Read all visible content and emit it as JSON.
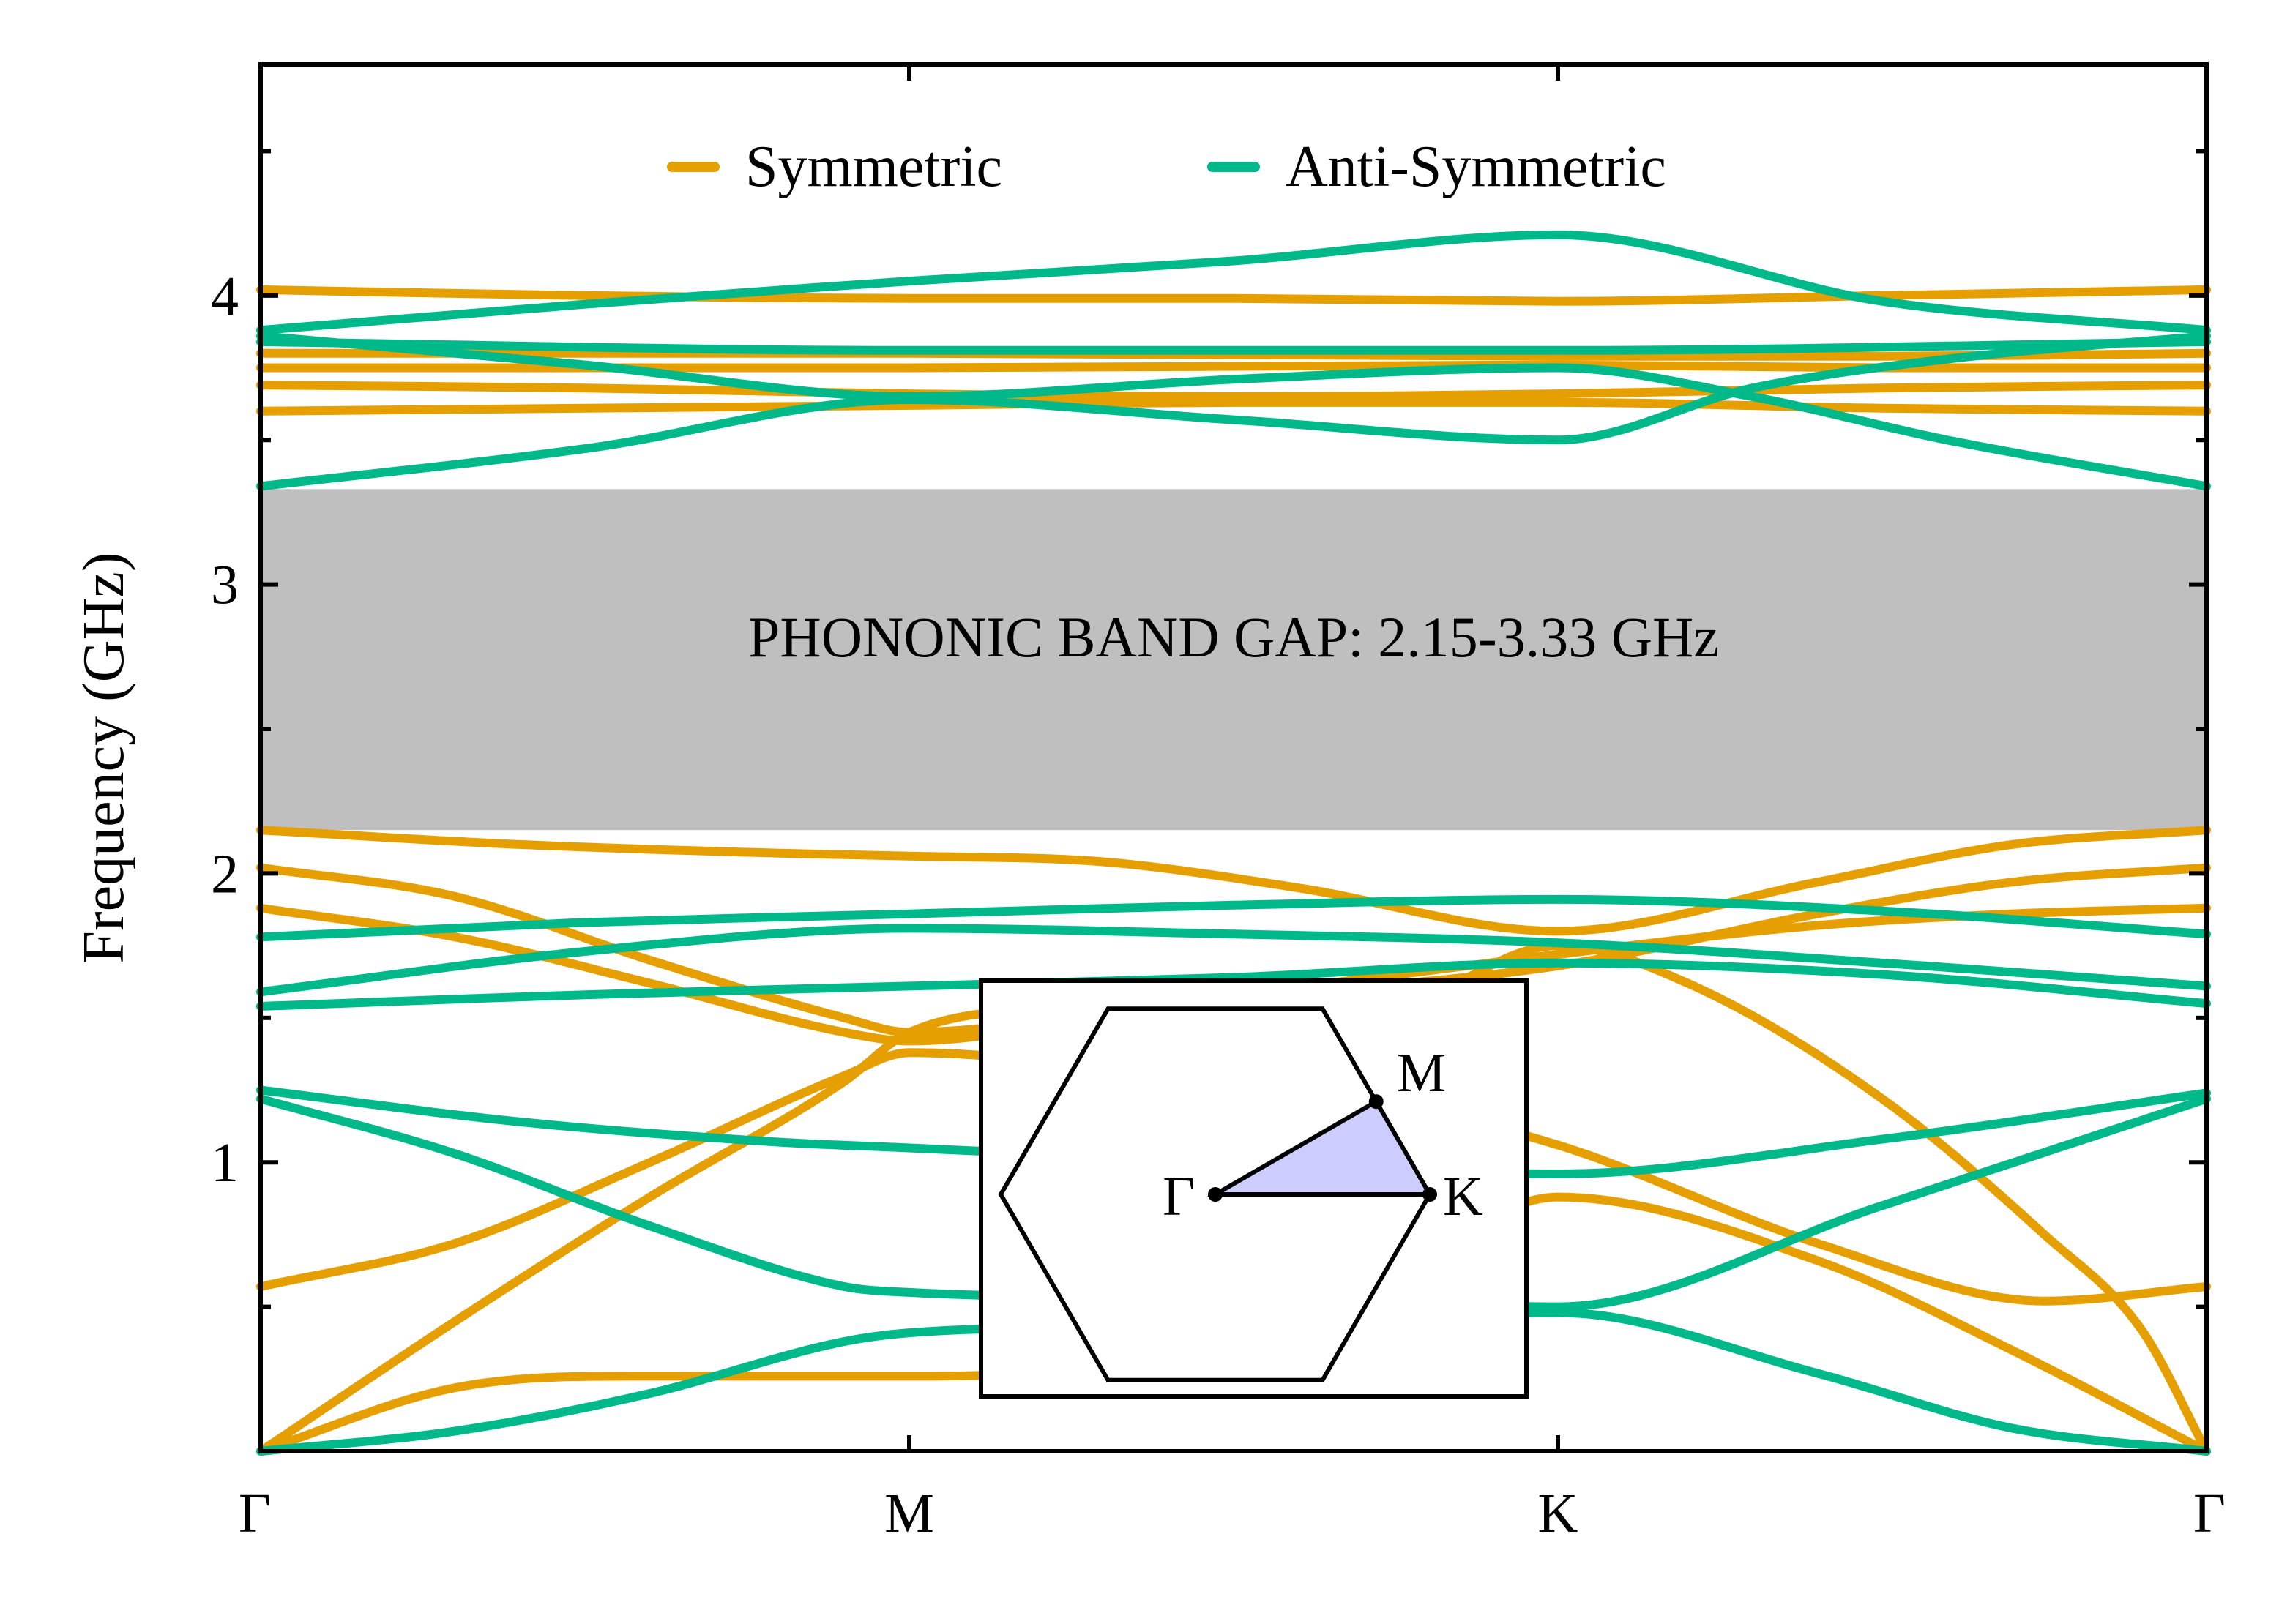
{
  "chart_data": {
    "type": "line",
    "ylabel": "Frequency (GHz)",
    "xlabel": "",
    "ylim": [
      0,
      4.8
    ],
    "x_ticks": [
      "Γ",
      "M",
      "K",
      "Γ"
    ],
    "y_ticks": [
      1,
      2,
      3,
      4
    ],
    "x_range": [
      0,
      3
    ],
    "legend": {
      "placement": "top-center",
      "entries": [
        "Symmetric",
        "Anti-Symmetric"
      ]
    },
    "band_gap": {
      "label": "PHONONIC BAND GAP: 2.15-3.33 GHz",
      "lower": 2.15,
      "upper": 3.33,
      "color": "#bfbfbf"
    },
    "colors": {
      "Symmetric": "#e69f00",
      "Anti-Symmetric": "#00b98a"
    },
    "series": [
      {
        "name": "Symmetric",
        "x": [
          0,
          0.5,
          1,
          1.5,
          2,
          2.5,
          3
        ],
        "y": [
          4.02,
          4.0,
          3.99,
          3.99,
          3.98,
          4.0,
          4.02
        ]
      },
      {
        "name": "Symmetric",
        "x": [
          0,
          1,
          2,
          2.5,
          3
        ],
        "y": [
          3.8,
          3.8,
          3.79,
          3.79,
          3.8
        ]
      },
      {
        "name": "Symmetric",
        "x": [
          0,
          1,
          2,
          2.5,
          3
        ],
        "y": [
          3.75,
          3.75,
          3.76,
          3.75,
          3.75
        ]
      },
      {
        "name": "Symmetric",
        "x": [
          0,
          0.5,
          1,
          1.5,
          2,
          2.5,
          3
        ],
        "y": [
          3.69,
          3.68,
          3.66,
          3.65,
          3.66,
          3.68,
          3.69
        ]
      },
      {
        "name": "Symmetric",
        "x": [
          0,
          0.5,
          1,
          1.5,
          2,
          2.5,
          3
        ],
        "y": [
          3.6,
          3.61,
          3.62,
          3.63,
          3.63,
          3.61,
          3.6
        ]
      },
      {
        "name": "Symmetric",
        "x": [
          0,
          0.4,
          0.8,
          1,
          1.3,
          1.6,
          2,
          2.4,
          2.7,
          3
        ],
        "y": [
          2.15,
          2.1,
          2.07,
          2.06,
          2.04,
          1.95,
          1.8,
          1.97,
          2.1,
          2.15
        ]
      },
      {
        "name": "Symmetric",
        "x": [
          0,
          0.3,
          0.6,
          0.9,
          1,
          1.4,
          2,
          2.4,
          2.7,
          3
        ],
        "y": [
          2.02,
          1.92,
          1.7,
          1.5,
          1.45,
          1.55,
          1.68,
          1.86,
          1.97,
          2.02
        ]
      },
      {
        "name": "Symmetric",
        "x": [
          0,
          0.3,
          0.6,
          0.9,
          1,
          1.4,
          2,
          2.4,
          2.7,
          3
        ],
        "y": [
          1.88,
          1.78,
          1.62,
          1.45,
          1.42,
          1.55,
          1.72,
          1.82,
          1.86,
          1.88
        ]
      },
      {
        "name": "Symmetric",
        "x": [
          0,
          0.3,
          0.6,
          0.9,
          1,
          1.3,
          1.7,
          2,
          2.4,
          2.75,
          3
        ],
        "y": [
          0.57,
          0.72,
          1.0,
          1.3,
          1.38,
          1.33,
          1.22,
          1.06,
          0.72,
          0.52,
          0.57
        ]
      },
      {
        "name": "Symmetric",
        "x": [
          0,
          0.3,
          0.6,
          0.9,
          1,
          1.3,
          1.7,
          2,
          2.2,
          2.5,
          2.75,
          2.9,
          3
        ],
        "y": [
          0.0,
          0.45,
          0.88,
          1.28,
          1.45,
          1.52,
          1.5,
          1.75,
          1.62,
          1.22,
          0.75,
          0.42,
          0.0
        ]
      },
      {
        "name": "Symmetric",
        "x": [
          0,
          0.3,
          0.6,
          0.9,
          1,
          1.3,
          1.7,
          2,
          2.4,
          2.7,
          3
        ],
        "y": [
          0.0,
          0.22,
          0.26,
          0.26,
          0.26,
          0.3,
          0.55,
          0.88,
          0.66,
          0.35,
          0.0
        ]
      },
      {
        "name": "Anti-Symmetric",
        "x": [
          0,
          0.5,
          1,
          1.5,
          2,
          2.5,
          3
        ],
        "y": [
          3.88,
          3.97,
          4.05,
          4.12,
          4.21,
          3.98,
          3.88
        ]
      },
      {
        "name": "Anti-Symmetric",
        "x": [
          0,
          1,
          2,
          3
        ],
        "y": [
          3.84,
          3.81,
          3.81,
          3.84
        ]
      },
      {
        "name": "Anti-Symmetric",
        "x": [
          0,
          0.5,
          1,
          1.5,
          2,
          2.3,
          2.6,
          3
        ],
        "y": [
          3.86,
          3.76,
          3.65,
          3.71,
          3.75,
          3.65,
          3.5,
          3.34
        ]
      },
      {
        "name": "Anti-Symmetric",
        "x": [
          0,
          0.5,
          1,
          1.5,
          2,
          2.3,
          2.6,
          3
        ],
        "y": [
          3.34,
          3.47,
          3.64,
          3.57,
          3.5,
          3.68,
          3.78,
          3.86
        ]
      },
      {
        "name": "Anti-Symmetric",
        "x": [
          0,
          0.5,
          1,
          1.5,
          2,
          2.5,
          3
        ],
        "y": [
          1.78,
          1.83,
          1.86,
          1.89,
          1.91,
          1.87,
          1.79
        ]
      },
      {
        "name": "Anti-Symmetric",
        "x": [
          0,
          0.5,
          1,
          1.5,
          2,
          2.5,
          3
        ],
        "y": [
          1.59,
          1.73,
          1.81,
          1.79,
          1.76,
          1.69,
          1.61
        ]
      },
      {
        "name": "Anti-Symmetric",
        "x": [
          0,
          0.5,
          1,
          1.5,
          2,
          2.5,
          3
        ],
        "y": [
          1.54,
          1.58,
          1.61,
          1.64,
          1.69,
          1.65,
          1.55
        ]
      },
      {
        "name": "Anti-Symmetric",
        "x": [
          0,
          0.4,
          0.8,
          1,
          1.5,
          2,
          2.5,
          3
        ],
        "y": [
          1.25,
          1.14,
          1.07,
          1.05,
          1.0,
          0.96,
          1.08,
          1.24
        ]
      },
      {
        "name": "Anti-Symmetric",
        "x": [
          0,
          0.3,
          0.6,
          0.9,
          1,
          1.5,
          2,
          2.5,
          3
        ],
        "y": [
          1.22,
          1.03,
          0.78,
          0.57,
          0.55,
          0.53,
          0.5,
          0.85,
          1.22
        ]
      },
      {
        "name": "Anti-Symmetric",
        "x": [
          0,
          0.3,
          0.6,
          0.9,
          1,
          1.5,
          2,
          2.4,
          2.7,
          3
        ],
        "y": [
          0.0,
          0.07,
          0.2,
          0.38,
          0.41,
          0.43,
          0.48,
          0.27,
          0.08,
          0.0
        ]
      }
    ],
    "inset": {
      "labels": [
        "Γ",
        "M",
        "K"
      ],
      "fill_color": "#ccccff"
    }
  }
}
